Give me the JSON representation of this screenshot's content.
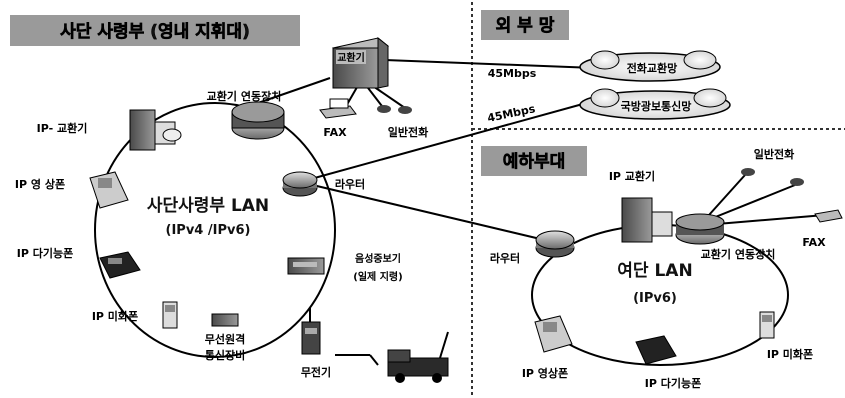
{
  "sections": {
    "hq_title": "사단 사령부 (영내 지휘대)",
    "external_title": "외 부 망",
    "subunit_title": "예하부대"
  },
  "hq": {
    "lan_name": "사단사령부 LAN",
    "lan_proto": "(IPv4 /IPv6)",
    "exchange_top": "교환기",
    "exchange_link": "교환기 연동장치",
    "ip_exchange": "IP- 교환기",
    "fax": "FAX",
    "phone": "일반전화",
    "router": "라우터",
    "ip_video_phone": "IP 영 상폰",
    "ip_multi_phone": "IP 다기능폰",
    "ip_phone": "IP 미화폰",
    "voice_gateway_l1": "음성중보기",
    "voice_gateway_l2": "(일제 지령)",
    "radio_link_l1": "무선원격",
    "radio_link_l2": "통신장비",
    "radio": "무전기"
  },
  "external": {
    "speed1": "45Mbps",
    "speed2": "45Mbps",
    "net1": "전화교환망",
    "net2": "국방광보통신망"
  },
  "sub": {
    "lan_name": "여단 LAN",
    "lan_proto": "(IPv6)",
    "ip_exchange": "IP 교환기",
    "phone": "일반전화",
    "fax": "FAX",
    "exchange_link": "교환기 연동장치",
    "router": "라우터",
    "ip_video_phone": "IP 영상폰",
    "ip_multi_phone": "IP 다기능폰",
    "ip_phone": "IP 미화폰"
  }
}
